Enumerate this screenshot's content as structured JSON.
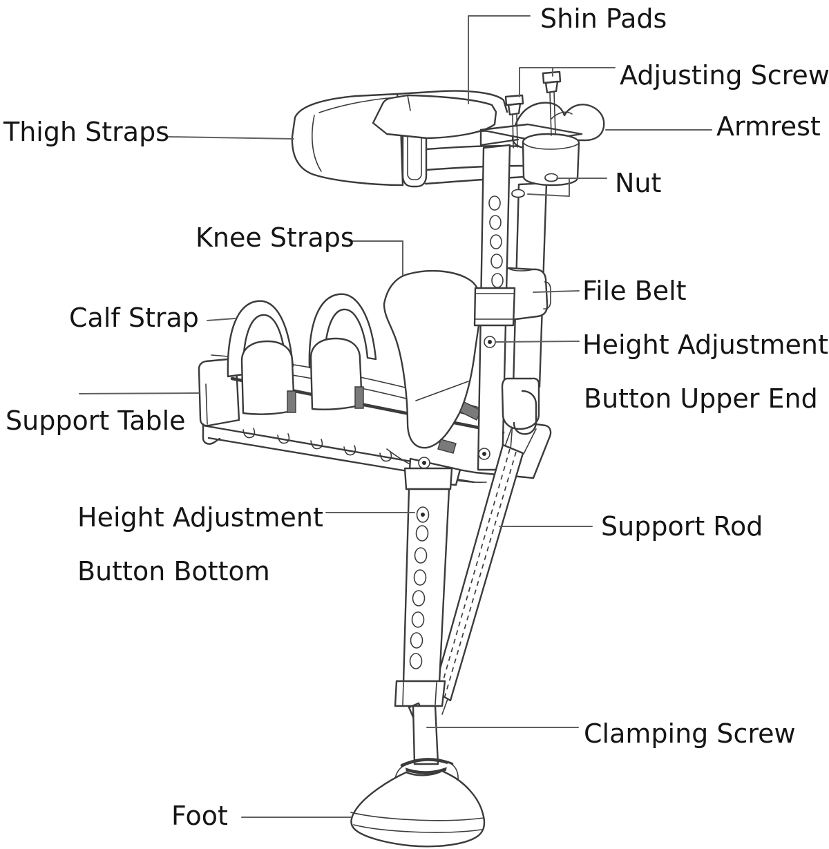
{
  "diagram": {
    "background": "#ffffff",
    "line_color": "#3b3b3b",
    "leader_color": "#5f5f5f",
    "text_color": "#151515",
    "shade_color": "#7a7a7a",
    "labels": {
      "shin_pads": "Shin Pads",
      "adjusting_screw": "Adjusting Screw",
      "armrest": "Armrest",
      "nut": "Nut",
      "thigh_straps": "Thigh Straps",
      "knee_straps": "Knee Straps",
      "file_belt": "File Belt",
      "calf_strap": "Calf Strap",
      "height_adjustment_upper_line1": "Height Adjustment",
      "height_adjustment_upper_line2": "Button Upper End",
      "support_table": "Support Table",
      "height_adjustment_bottom_line1": "Height Adjustment",
      "height_adjustment_bottom_line2": "Button Bottom",
      "support_rod": "Support Rod",
      "clamping_screw": "Clamping Screw",
      "foot": "Foot"
    }
  }
}
